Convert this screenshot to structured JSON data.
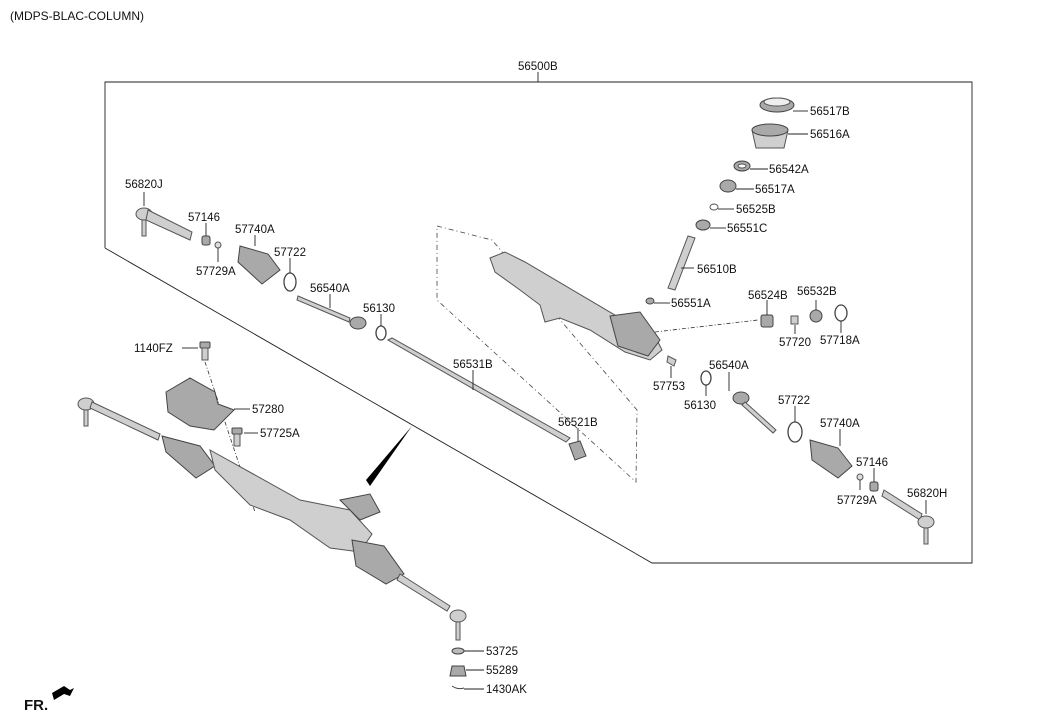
{
  "header": {
    "title": "(MDPS-BLAC-COLUMN)"
  },
  "assembly": {
    "label": "56500B"
  },
  "footer": {
    "direction": "FR."
  },
  "labels": {
    "p56517B": "56517B",
    "p56516A": "56516A",
    "p56542A": "56542A",
    "p56517A": "56517A",
    "p56525B": "56525B",
    "p56551C": "56551C",
    "p56510B": "56510B",
    "p56551A": "56551A",
    "p56524B": "56524B",
    "p56532B": "56532B",
    "p57720": "57720",
    "p57718A": "57718A",
    "p56820J": "56820J",
    "p57146_l": "57146",
    "p57740A_l": "57740A",
    "p57722_l": "57722",
    "p57729A_l": "57729A",
    "p56540A_l": "56540A",
    "p56130_l": "56130",
    "p56531B": "56531B",
    "p56521B": "56521B",
    "p57753": "57753",
    "p56540A_r": "56540A",
    "p56130_r": "56130",
    "p57722_r": "57722",
    "p57740A_r": "57740A",
    "p57146_r": "57146",
    "p57729A_r": "57729A",
    "p56820H": "56820H",
    "p1140FZ": "1140FZ",
    "p57280": "57280",
    "p57725A": "57725A",
    "p53725": "53725",
    "p55289": "55289",
    "p1430AK": "1430AK"
  }
}
